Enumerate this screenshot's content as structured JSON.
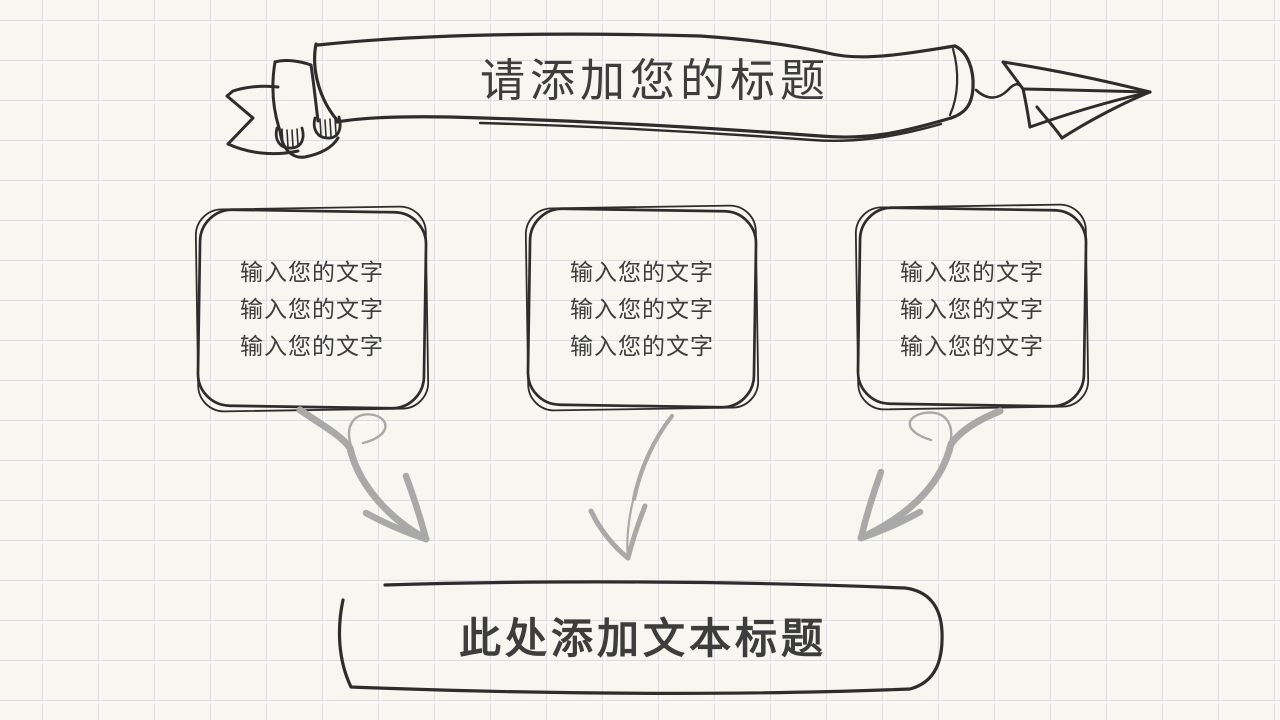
{
  "theme": {
    "paper": "#f7f6f0",
    "grid": "#dbdbe7",
    "grid_highlight": "#ffffff",
    "ink": "#2d2d2d",
    "arrow": "#a9a9a9",
    "text": "#3d3d3d"
  },
  "banner": {
    "title": "请添加您的标题"
  },
  "boxes": [
    {
      "lines": [
        "输入您的文字",
        "输入您的文字",
        "输入您的文字"
      ]
    },
    {
      "lines": [
        "输入您的文字",
        "输入您的文字",
        "输入您的文字"
      ]
    },
    {
      "lines": [
        "输入您的文字",
        "输入您的文字",
        "输入您的文字"
      ]
    }
  ],
  "footer_box": {
    "title": "此处添加文本标题"
  },
  "decorations": {
    "ribbon_banner": "hand-drawn ribbon with forked tail and hatched rolls",
    "paper_plane": "hand-drawn paper airplane pointing right",
    "arrows": [
      "curled arrow down-right",
      "thin curved arrow down",
      "curled arrow down-left"
    ],
    "background": "grid paper"
  }
}
